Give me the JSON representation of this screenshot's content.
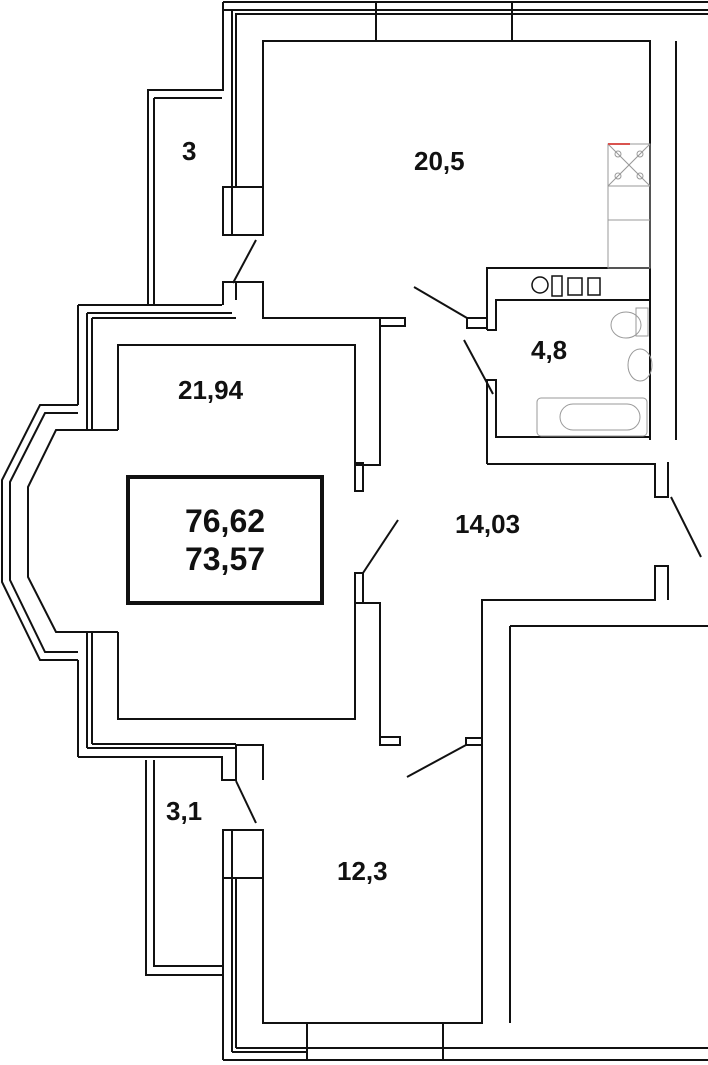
{
  "plan": {
    "rooms": [
      {
        "id": "balcony-top",
        "area": "3"
      },
      {
        "id": "kitchen-living",
        "area": "20,5"
      },
      {
        "id": "bathroom",
        "area": "4,8"
      },
      {
        "id": "living-room",
        "area": "21,94"
      },
      {
        "id": "hallway",
        "area": "14,03"
      },
      {
        "id": "balcony-bottom",
        "area": "3,1"
      },
      {
        "id": "bedroom",
        "area": "12,3"
      }
    ],
    "totals": {
      "total_area": "76,62",
      "living_area": "73,57"
    },
    "colors": {
      "wall": "#111111",
      "fixture": "#999999",
      "stove_accent": "#d9534f"
    }
  }
}
